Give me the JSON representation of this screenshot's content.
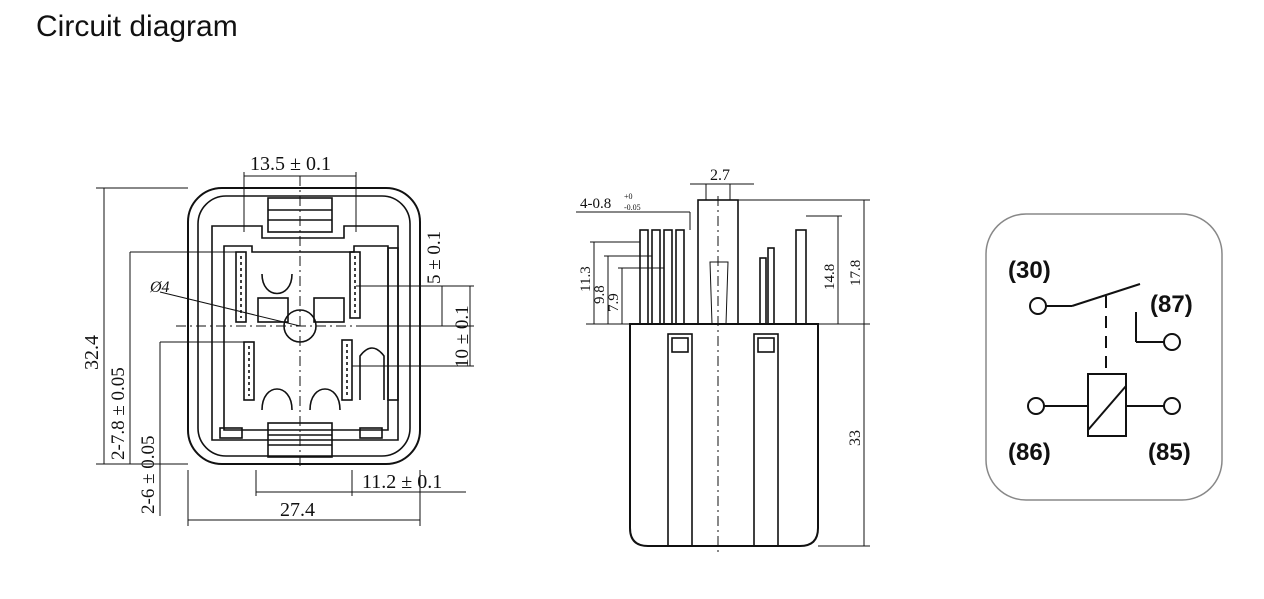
{
  "page": {
    "title": "Circuit diagram"
  },
  "bottom_view": {
    "dim_top_width": "13.5 ± 0.1",
    "dim_height": "32.4",
    "dim_hole": "Ø4",
    "dim_right_upper": "5 ± 0.1",
    "dim_right_lower": "10 ± 0.1",
    "dim_left_a": "2-7.8 ± 0.05",
    "dim_left_b": "2-6 ± 0.05",
    "dim_bottom_inner": "11.2 ± 0.1",
    "dim_bottom_width": "27.4"
  },
  "side_view": {
    "dim_pin_spec": "4-0.8",
    "dim_pin_spec_tol_upper": "+0",
    "dim_pin_spec_tol_lower": "-0.05",
    "dim_pin_gap": "2.7",
    "dim_pin_a": "11.3",
    "dim_pin_b": "9.8",
    "dim_pin_c": "7.9",
    "dim_pin_d": "14.8",
    "dim_pin_e": "17.8",
    "dim_body_height": "33"
  },
  "schematic": {
    "terminal_30": "(30)",
    "terminal_87": "(87)",
    "terminal_86": "(86)",
    "terminal_85": "(85)"
  }
}
